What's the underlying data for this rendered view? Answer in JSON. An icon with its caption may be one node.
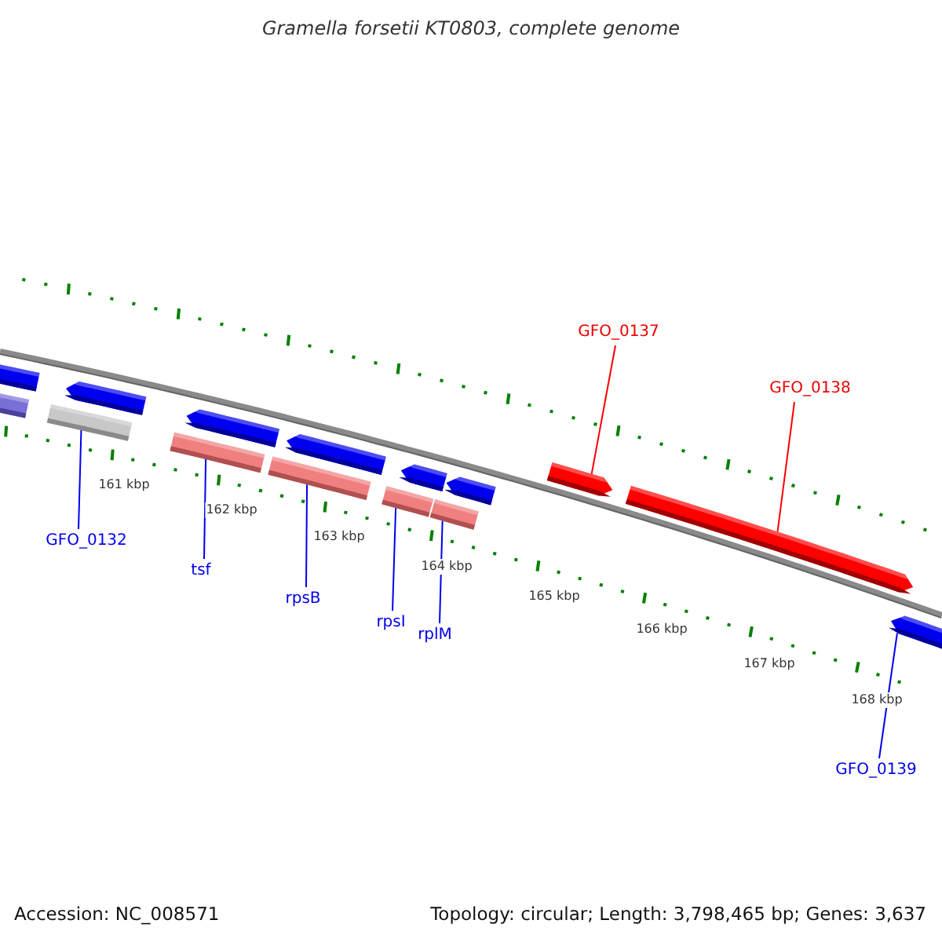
{
  "diagram": {
    "title": "Gramella forsetii KT0803, complete genome",
    "nodes": [
      {
        "text": [
          "GFO_0137"
        ]
      },
      {
        "text": [
          "GFO_0138"
        ]
      },
      {
        "text": [
          "GFO_0132"
        ]
      },
      {
        "text": [
          "tsf"
        ]
      },
      {
        "text": [
          "rpsB"
        ]
      },
      {
        "text": [
          "rpsI"
        ]
      },
      {
        "text": [
          "rplM"
        ]
      },
      {
        "text": [
          "GFO_0139"
        ]
      },
      {
        "text": [],
        "shape": "bar"
      },
      {
        "text": [],
        "shape": "bar"
      },
      {
        "text": [],
        "shape": "bar"
      },
      {
        "text": [],
        "shape": "pentagon"
      },
      {
        "text": [],
        "shape": "bar"
      },
      {
        "text": [],
        "shape": "pentagon"
      },
      {
        "text": [],
        "shape": "bar"
      },
      {
        "text": [],
        "shape": "pentagon"
      },
      {
        "text": [],
        "shape": "bar"
      },
      {
        "text": [],
        "shape": "pentagon"
      },
      {
        "text": [],
        "shape": "bar"
      },
      {
        "text": [],
        "shape": "pentagon"
      },
      {
        "text": [],
        "shape": "pentagon"
      },
      {
        "text": [],
        "shape": "pentagon"
      },
      {
        "text": [],
        "shape": "pentagon"
      }
    ],
    "edges": [
      {
        "from": 0,
        "to": 20,
        "arrow": "none",
        "color": "#ff0000"
      },
      {
        "from": 1,
        "to": 21,
        "arrow": "none",
        "color": "#ff0000"
      },
      {
        "from": 2,
        "to": 10,
        "arrow": "none"
      },
      {
        "from": 3,
        "to": 12,
        "arrow": "none"
      },
      {
        "from": 4,
        "to": 14,
        "arrow": "none"
      },
      {
        "from": 5,
        "to": 16,
        "arrow": "none"
      },
      {
        "from": 6,
        "to": 18,
        "arrow": "none"
      },
      {
        "from": 7,
        "to": 22,
        "arrow": "none"
      }
    ],
    "labels": [
      "161 kbp",
      "162 kbp",
      "163 kbp",
      "164 kbp",
      "165 kbp",
      "166 kbp",
      "167 kbp",
      "168 kbp",
      "Accession: NC_008571",
      "Topology: circular; Length: 3,798,465 bp; Genes: 3,637"
    ]
  }
}
